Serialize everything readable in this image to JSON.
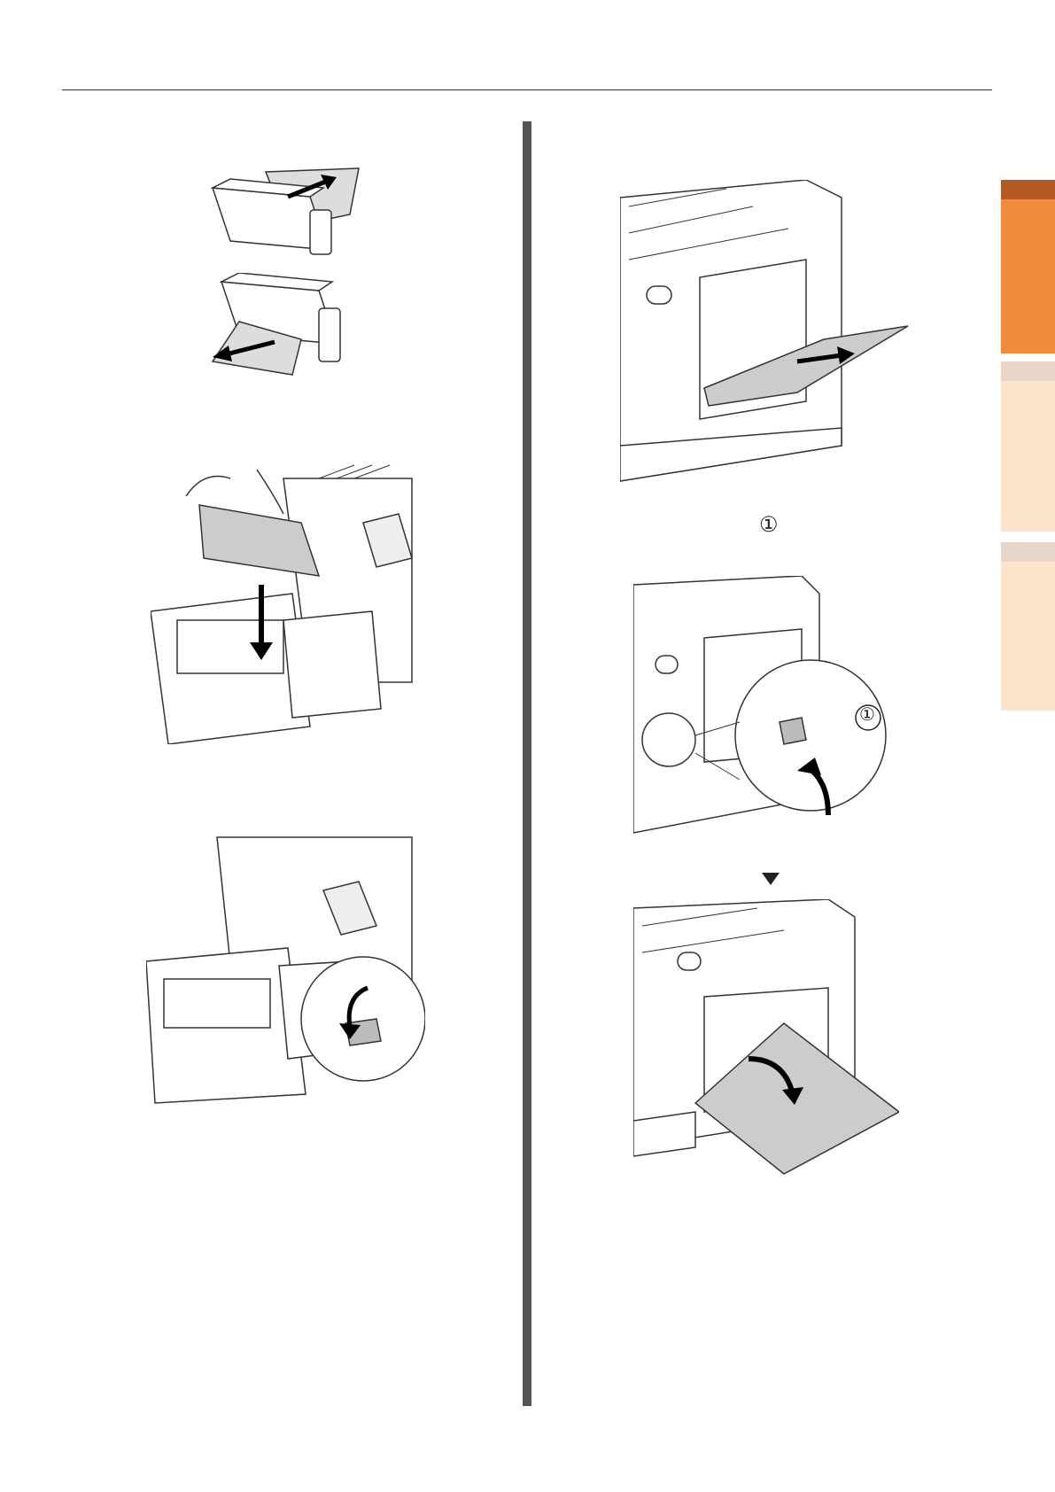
{
  "step_markers": {
    "circled_one_caption": "①",
    "circled_one_callout": "①"
  },
  "colors": {
    "tab_active": "#f08a3c",
    "tab_active_cap": "#b55a24",
    "tab_inactive": "#fde2cc",
    "tab_inactive_cap": "#e8d6ca",
    "divider": "#555555"
  },
  "figures": [
    "fuser-paper-insert-figure",
    "fuser-paper-remove-figure",
    "fuser-install-figure",
    "fuser-lever-lock-figure",
    "mp-tray-paper-figure",
    "side-cover-release-figure",
    "side-cover-open-figure"
  ]
}
